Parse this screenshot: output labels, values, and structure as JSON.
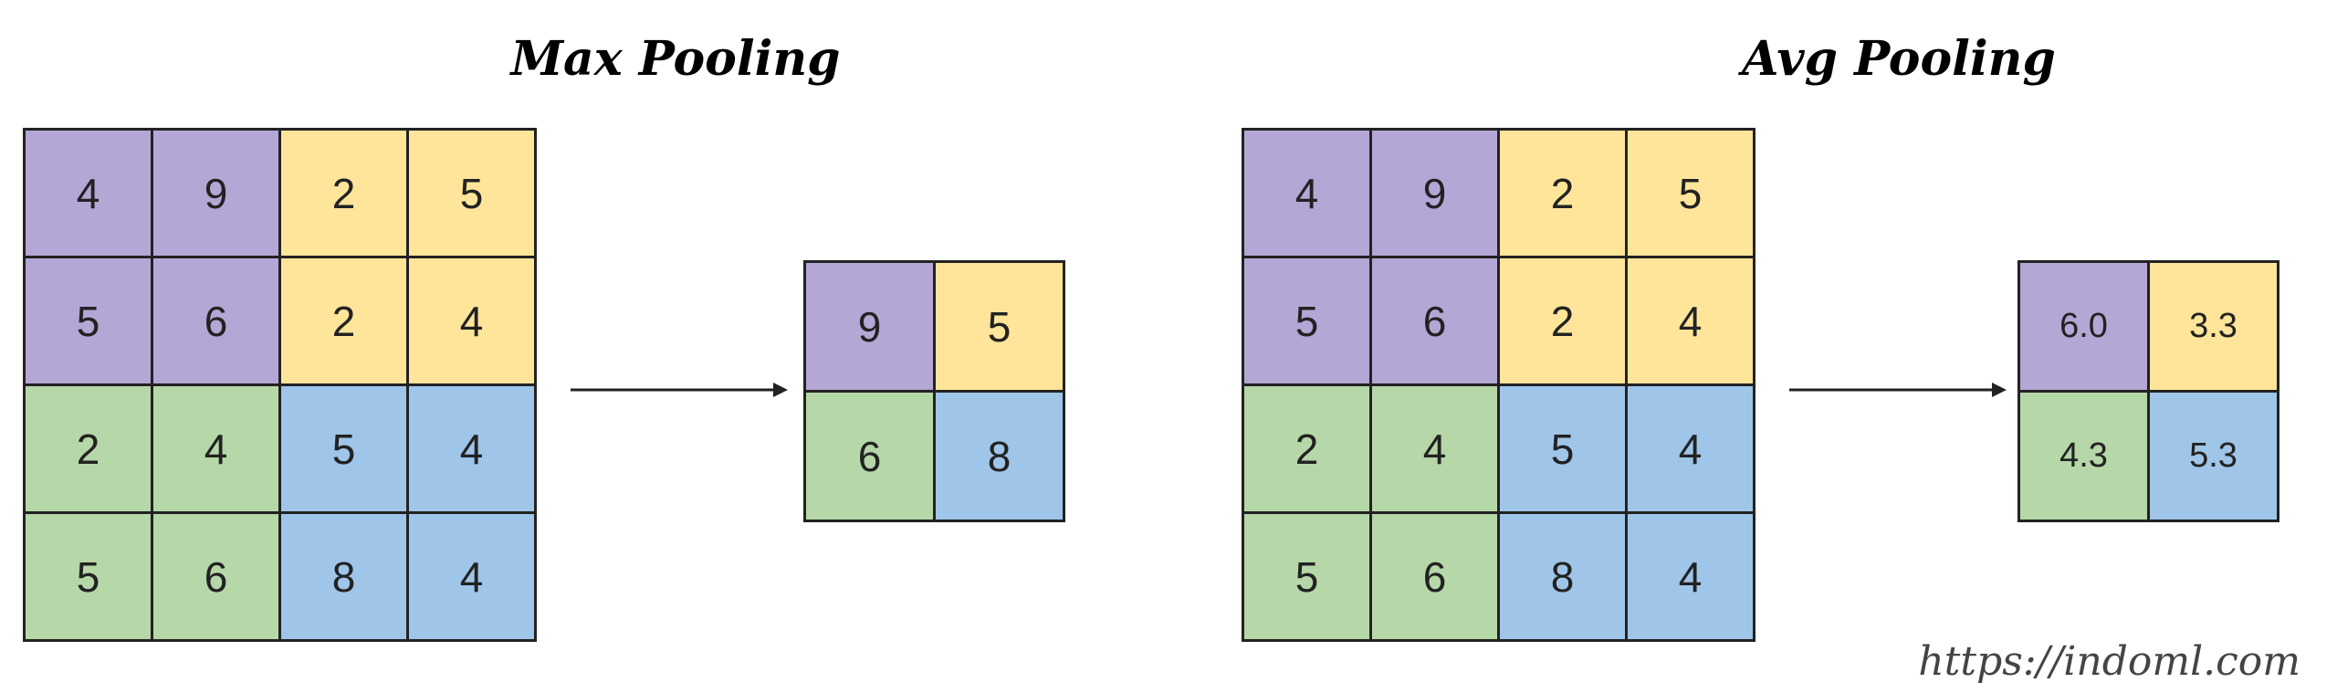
{
  "max_pooling": {
    "title": "Max Pooling",
    "input": [
      [
        "4",
        "9",
        "2",
        "5"
      ],
      [
        "5",
        "6",
        "2",
        "4"
      ],
      [
        "2",
        "4",
        "5",
        "4"
      ],
      [
        "5",
        "6",
        "8",
        "4"
      ]
    ],
    "output": [
      [
        "9",
        "5"
      ],
      [
        "6",
        "8"
      ]
    ]
  },
  "avg_pooling": {
    "title": "Avg Pooling",
    "input": [
      [
        "4",
        "9",
        "2",
        "5"
      ],
      [
        "5",
        "6",
        "2",
        "4"
      ],
      [
        "2",
        "4",
        "5",
        "4"
      ],
      [
        "5",
        "6",
        "8",
        "4"
      ]
    ],
    "output": [
      [
        "6.0",
        "3.3"
      ],
      [
        "4.3",
        "5.3"
      ]
    ]
  },
  "quadrant_colors": {
    "top_left": "#b4a7d6",
    "top_right": "#ffe599",
    "bottom_left": "#b6d7a8",
    "bottom_right": "#9fc5e8"
  },
  "watermark": "https://indoml.com"
}
